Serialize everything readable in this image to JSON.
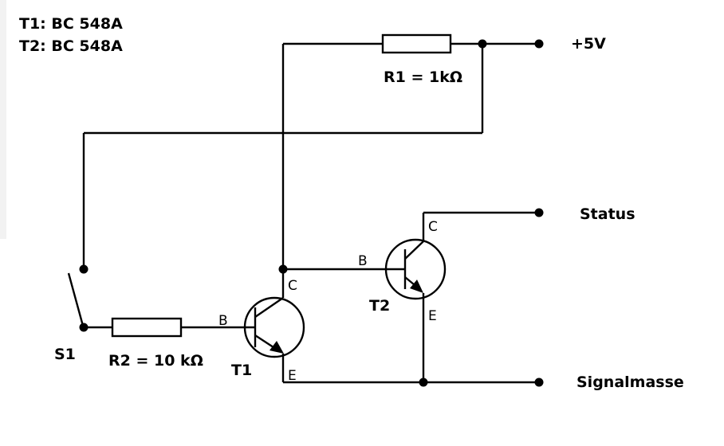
{
  "transistors_info": {
    "t1": "T1: BC 548A",
    "t2": "T2: BC 548A"
  },
  "supply": {
    "label": "+5V"
  },
  "outputs": {
    "status": "Status",
    "ground": "Signalmasse"
  },
  "resistors": {
    "r1": "R1 = 1kΩ",
    "r2": "R2  = 10 kΩ"
  },
  "switch": {
    "label": "S1"
  },
  "t1": {
    "name": "T1",
    "base": "B",
    "collector": "C",
    "emitter": "E"
  },
  "t2": {
    "name": "T2",
    "base": "B",
    "collector": "C",
    "emitter": "E"
  }
}
